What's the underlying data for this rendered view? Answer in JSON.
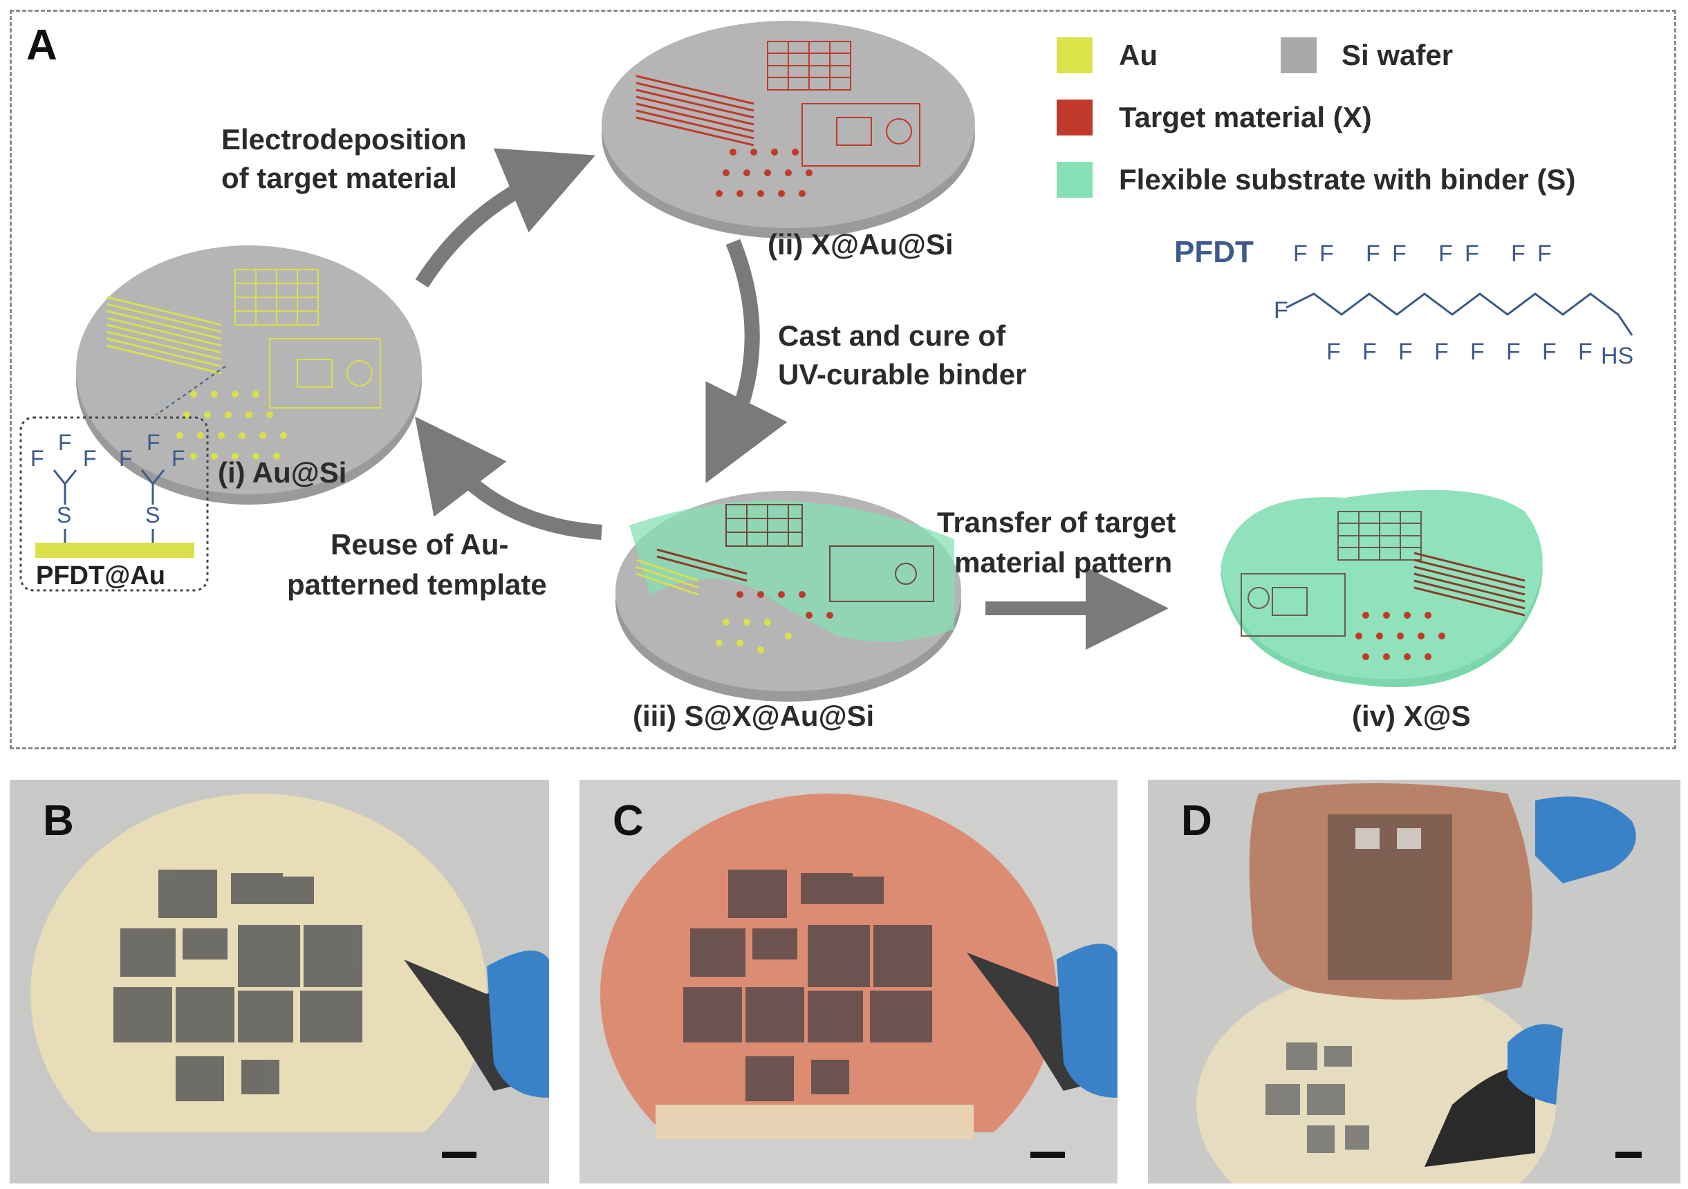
{
  "panel_a": {
    "letter": "A",
    "steps": {
      "step1": "(i) Au@Si",
      "step2": "(ii) X@Au@Si",
      "step3": "(iii) S@X@Au@Si",
      "step4": "(iv) X@S"
    },
    "arrows": {
      "electrodeposition_1": "Electrodeposition",
      "electrodeposition_2": "of target material",
      "cast_1": "Cast and cure of",
      "cast_2": "UV-curable binder",
      "reuse_1": "Reuse of Au-",
      "reuse_2": "patterned template",
      "transfer_1": "Transfer of target",
      "transfer_2": "material pattern"
    },
    "legend": {
      "au": "Au",
      "si": "Si wafer",
      "target": "Target material (X)",
      "flex": "Flexible substrate with binder (S)",
      "colors": {
        "au": "#dbe24a",
        "si": "#a9a9a9",
        "target": "#c0392b",
        "flex": "#86e0b6"
      }
    },
    "pfdt": {
      "title": "PFDT",
      "f": "F",
      "hs": "HS",
      "s": "S",
      "inset_label": "PFDT@Au"
    }
  },
  "panels": {
    "b": "B",
    "c": "C",
    "d": "D"
  }
}
